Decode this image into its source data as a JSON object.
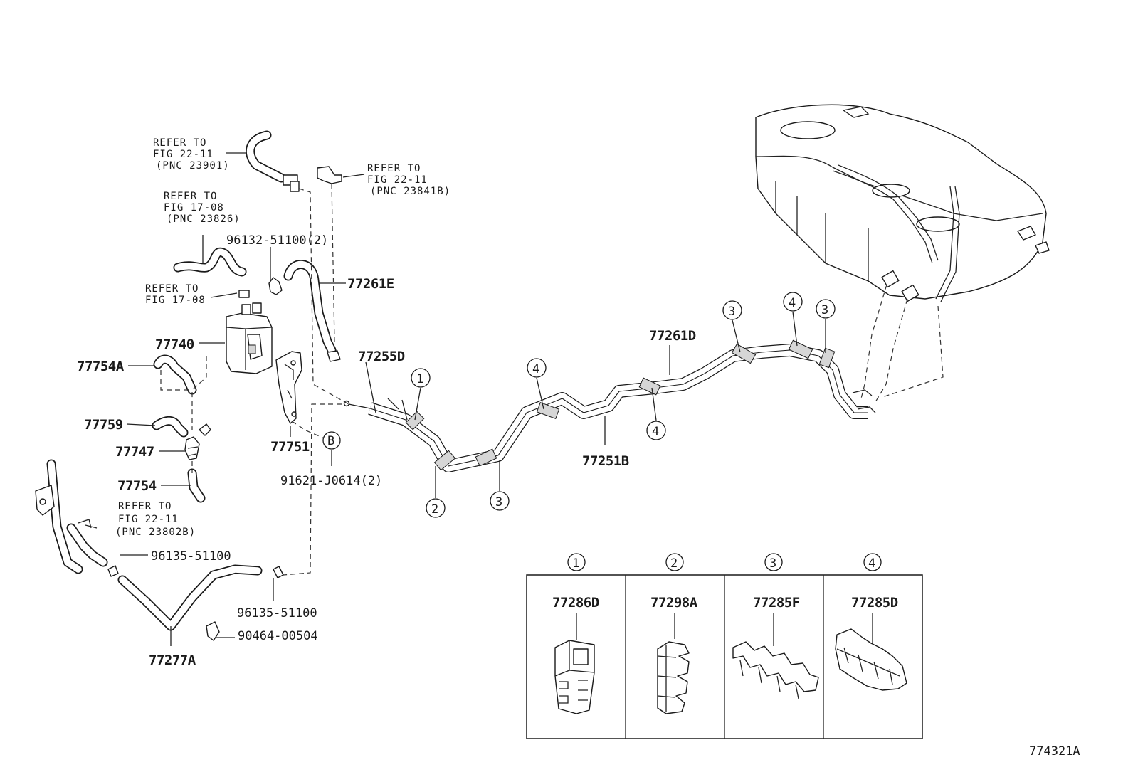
{
  "diagram_id": "774321A",
  "part_labels": {
    "p77261E": "77261E",
    "p77740": "77740",
    "p77754A": "77754A",
    "p77759": "77759",
    "p77747": "77747",
    "p77754": "77754",
    "p77751": "77751",
    "p77255D": "77255D",
    "p77261D": "77261D",
    "p77251B": "77251B",
    "p77277A": "77277A",
    "p96132": "96132-51100(2)",
    "p91621": "91621-J0614(2)",
    "p96135a": "96135-51100",
    "p96135b": "96135-51100",
    "p90464": "90464-00504"
  },
  "references": {
    "r1": {
      "line1": "REFER TO",
      "line2": "FIG 22-11",
      "line3": "(PNC 23901)"
    },
    "r2": {
      "line1": "REFER TO",
      "line2": "FIG 22-11",
      "line3": "(PNC 23841B)"
    },
    "r3": {
      "line1": "REFER TO",
      "line2": "FIG 17-08",
      "line3": "(PNC 23826)"
    },
    "r4": {
      "line1": "REFER TO",
      "line2": "FIG 17-08"
    },
    "r5": {
      "line1": "REFER TO",
      "line2": "FIG 22-11",
      "line3": "(PNC 23802B)"
    }
  },
  "callouts": {
    "c1": "1",
    "c2": "2",
    "c3a": "3",
    "c4a": "4",
    "c4b": "4",
    "c3b": "3",
    "c4c": "4",
    "c3c": "3",
    "cB": "B"
  },
  "inset": {
    "panels": [
      {
        "num": "1",
        "part": "77286D"
      },
      {
        "num": "2",
        "part": "77298A"
      },
      {
        "num": "3",
        "part": "77285F"
      },
      {
        "num": "4",
        "part": "77285D"
      }
    ]
  }
}
